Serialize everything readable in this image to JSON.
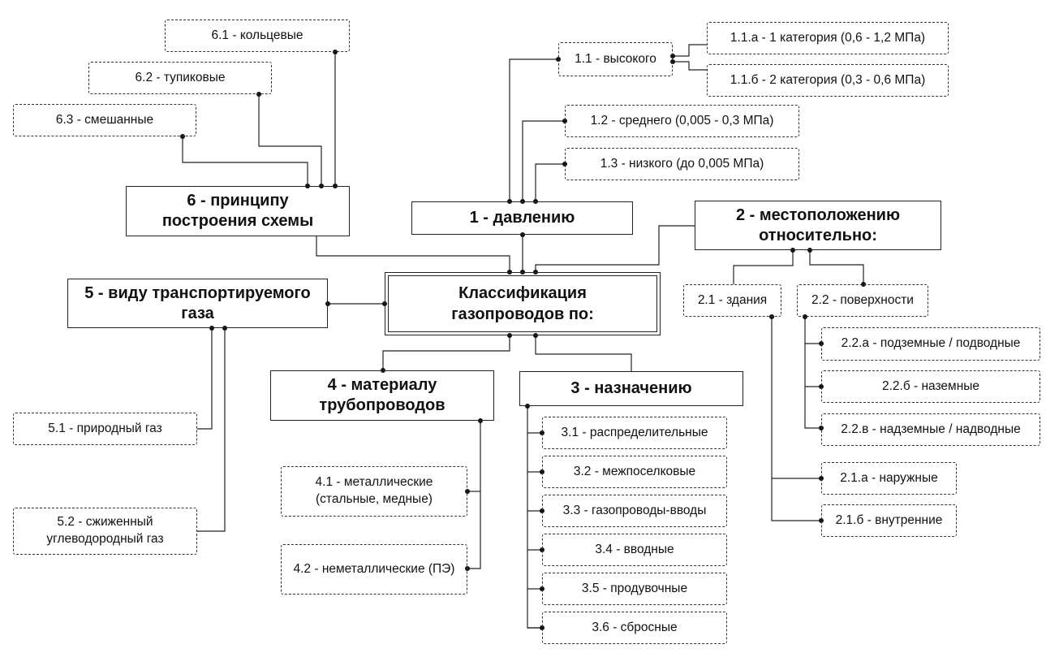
{
  "root": "Классификация газопроводов по:",
  "categories": {
    "c1": "1 - давлению",
    "c2": "2 - местоположению относительно:",
    "c3": "3 - назначению",
    "c4": "4 - материалу трубопроводов",
    "c5": "5 - виду транспортируемого газа",
    "c6": "6 - принципу построения схемы"
  },
  "items": {
    "i1_1": "1.1 - высокого",
    "i1_1a": "1.1.а - 1 категория (0,6 - 1,2 МПа)",
    "i1_1b": "1.1.б - 2 категория (0,3 - 0,6 МПа)",
    "i1_2": "1.2 - среднего (0,005 - 0,3 МПа)",
    "i1_3": "1.3 - низкого (до 0,005 МПа)",
    "i2_1": "2.1 - здания",
    "i2_2": "2.2 - поверхности",
    "i2_2a": "2.2.а - подземные / подводные",
    "i2_2b": "2.2.б - наземные",
    "i2_2c": "2.2.в - надземные / надводные",
    "i2_1a": "2.1.а - наружные",
    "i2_1b": "2.1.б - внутренние",
    "i3_1": "3.1 - распределительные",
    "i3_2": "3.2 - межпоселковые",
    "i3_3": "3.3 - газопроводы-вводы",
    "i3_4": "3.4 - вводные",
    "i3_5": "3.5 - продувочные",
    "i3_6": "3.6 - сбросные",
    "i4_1": "4.1 - металлические (стальные, медные)",
    "i4_2": "4.2 - неметаллические (ПЭ)",
    "i5_1": "5.1 - природный газ",
    "i5_2": "5.2 - сжиженный углеводородный газ",
    "i6_1": "6.1 - кольцевые",
    "i6_2": "6.2 - тупиковые",
    "i6_3": "6.3 - смешанные"
  }
}
